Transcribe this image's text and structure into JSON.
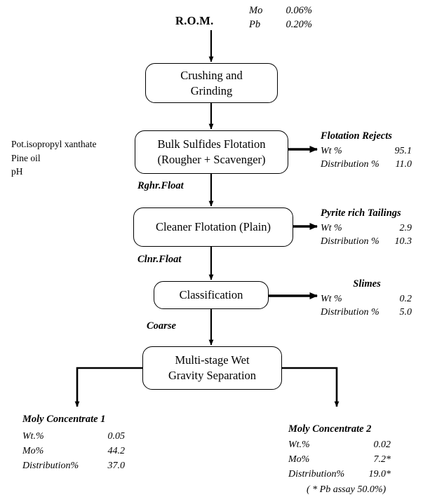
{
  "feed": {
    "label": "R.O.M.",
    "assays": [
      {
        "element": "Mo",
        "value": "0.06%"
      },
      {
        "element": "Pb",
        "value": "0.20%"
      }
    ]
  },
  "reagents": {
    "items": [
      "Pot.isopropyl xanthate",
      "Pine oil",
      "pH"
    ]
  },
  "stages": [
    {
      "id": "crushing",
      "line1": "Crushing and",
      "line2": "Grinding"
    },
    {
      "id": "bulk-flotation",
      "line1": "Bulk Sulfides Flotation",
      "line2": "(Rougher + Scavenger)"
    },
    {
      "id": "cleaner-flotation",
      "line1": "Cleaner Flotation (Plain)",
      "line2": ""
    },
    {
      "id": "classification",
      "line1": "Classification",
      "line2": ""
    },
    {
      "id": "gravity-separation",
      "line1": "Multi-stage Wet",
      "line2": "Gravity Separation"
    }
  ],
  "streams": [
    {
      "id": "rougher-float",
      "label": "Rghr.Float"
    },
    {
      "id": "cleaner-float",
      "label": "Clnr.Float"
    },
    {
      "id": "coarse",
      "label": "Coarse"
    }
  ],
  "outputs": [
    {
      "id": "flotation-rejects",
      "title": "Flotation Rejects",
      "rows": [
        {
          "key": "Wt %",
          "value": "95.1"
        },
        {
          "key": "Distribution %",
          "value": "11.0"
        }
      ]
    },
    {
      "id": "pyrite-rich-tailings",
      "title": "Pyrite rich Tailings",
      "rows": [
        {
          "key": "Wt %",
          "value": "2.9"
        },
        {
          "key": "Distribution %",
          "value": "10.3"
        }
      ]
    },
    {
      "id": "slimes",
      "title": "Slimes",
      "rows": [
        {
          "key": "Wt %",
          "value": "0.2"
        },
        {
          "key": "Distribution %",
          "value": "5.0"
        }
      ]
    }
  ],
  "concentrates": [
    {
      "id": "moly-concentrate-1",
      "title": "Moly Concentrate 1",
      "rows": [
        {
          "key": "Wt.%",
          "value": "0.05"
        },
        {
          "key": "Mo%",
          "value": "44.2"
        },
        {
          "key": "Distribution%",
          "value": "37.0"
        }
      ],
      "note": ""
    },
    {
      "id": "moly-concentrate-2",
      "title": "Moly Concentrate 2",
      "rows": [
        {
          "key": "Wt.%",
          "value": "0.02"
        },
        {
          "key": "Mo%",
          "value": "7.2*"
        },
        {
          "key": "Distribution%",
          "value": "19.0*"
        }
      ],
      "note": "( * Pb assay 50.0%)"
    }
  ],
  "colors": {
    "line": "#000000",
    "background": "#ffffff"
  }
}
